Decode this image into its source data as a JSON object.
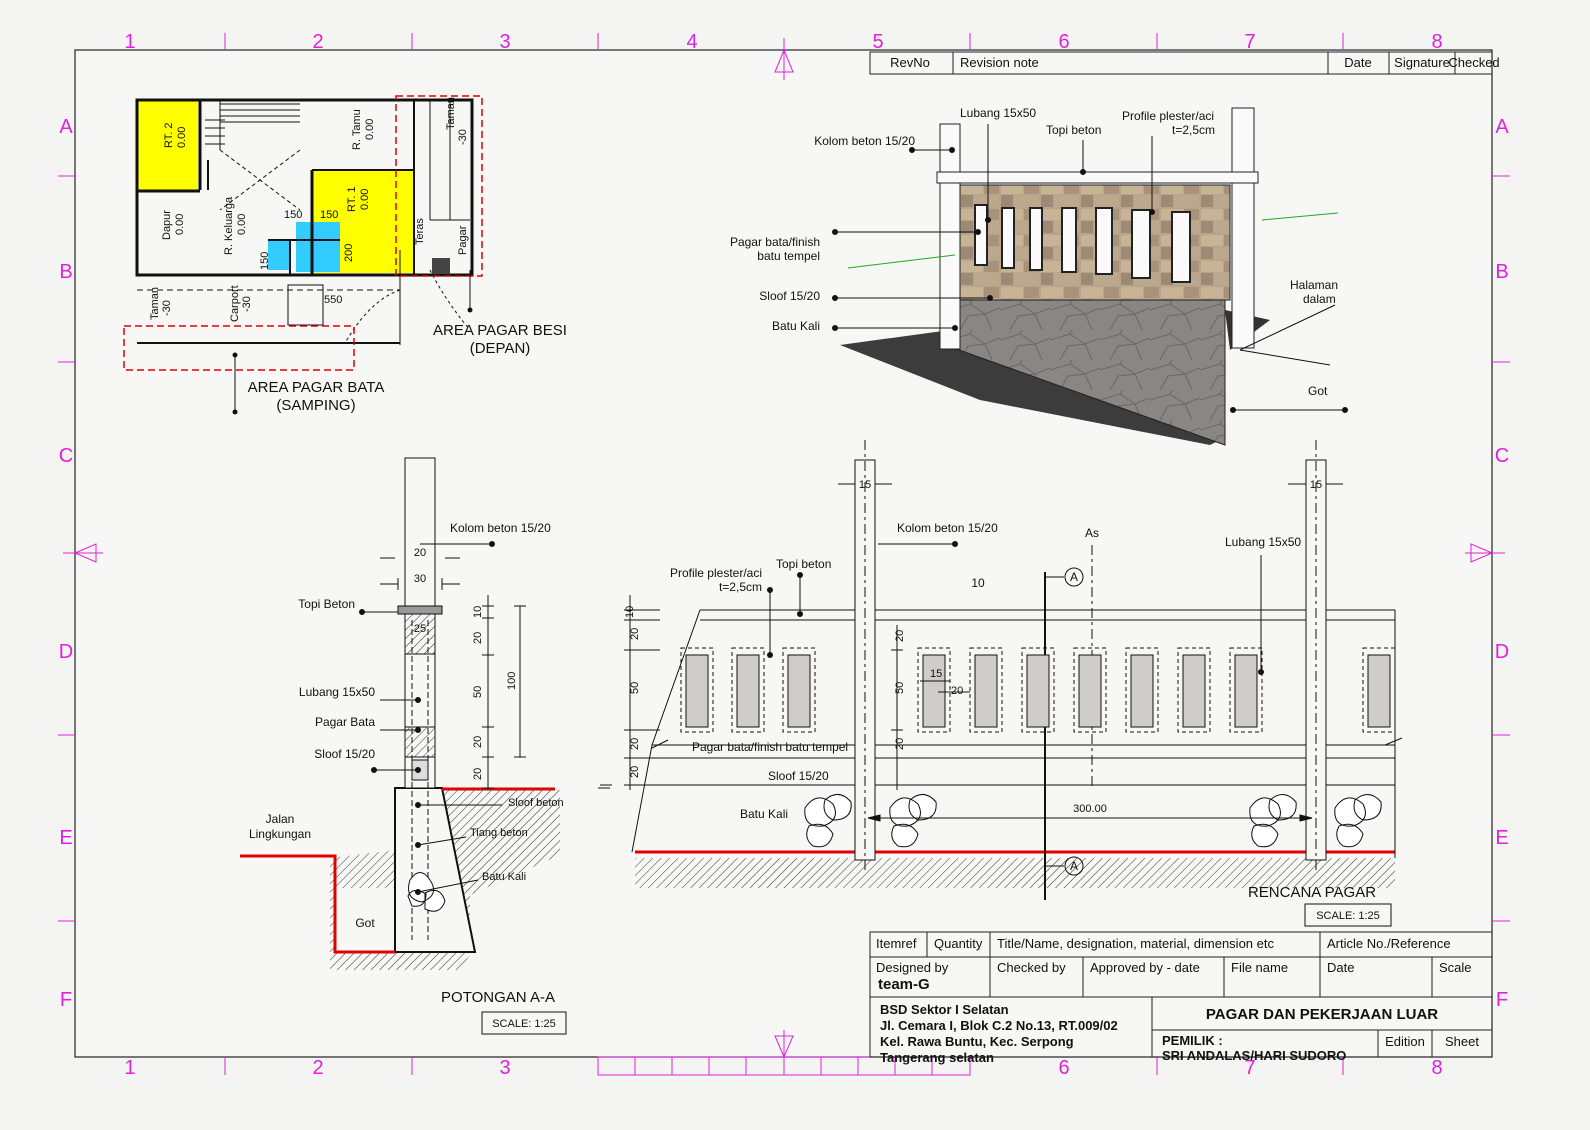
{
  "frame": {
    "columns": [
      "1",
      "2",
      "3",
      "4",
      "5",
      "6",
      "7",
      "8"
    ],
    "rows": [
      "A",
      "B",
      "C",
      "D",
      "E",
      "F"
    ]
  },
  "revision_block": {
    "headers": [
      "RevNo",
      "Revision note",
      "Date",
      "Signature",
      "Checked"
    ]
  },
  "floor_plan": {
    "room_labels": [
      "RT. 2",
      "0.00",
      "R. Tamu",
      "0.00",
      "Dapur",
      "0.00",
      "R. Keluarga",
      "0.00",
      "RT. 1",
      "0.00",
      "Carport",
      "-30",
      "Taman",
      "-30",
      "Taman",
      "Teras",
      "-30",
      "Pagar"
    ],
    "dims": [
      "150",
      "150",
      "200",
      "150",
      "550"
    ],
    "area_iron_line1": "AREA PAGAR BESI",
    "area_iron_line2": "(DEPAN)",
    "area_brick_line1": "AREA PAGAR BATA",
    "area_brick_line2": "(SAMPING)",
    "colors": {
      "bedroom": "#ffff00",
      "bath": "#33ccff",
      "area_outline": "#e00000"
    }
  },
  "perspective": {
    "lubang": "Lubang 15x50",
    "topi": "Topi beton",
    "profile_1": "Profile plester/aci",
    "profile_2": "t=2,5cm",
    "kolom": "Kolom beton 15/20",
    "pagar_1": "Pagar bata/finish",
    "pagar_2": "batu tempel",
    "sloof": "Sloof 15/20",
    "batu": "Batu Kali",
    "halaman_1": "Halaman",
    "halaman_2": "dalam",
    "got": "Got"
  },
  "section": {
    "title": "POTONGAN A-A",
    "scale": "SCALE:  1:25",
    "kolom": "Kolom beton 15/20",
    "topi": "Topi Beton",
    "lubang": "Lubang 15x50",
    "pagar": "Pagar Bata",
    "sloof": "Sloof 15/20",
    "jalan_1": "Jalan",
    "jalan_2": "Lingkungan",
    "got": "Got",
    "sloof_beton": "Sloof beton",
    "tiang_beton": "Tiang beton",
    "batu_kali": "Batu Kali",
    "dims": {
      "d20": "20",
      "d30": "30",
      "d25": "25",
      "d10": "10",
      "d20a": "20",
      "d50": "50",
      "d20b": "20",
      "d20c": "20",
      "d100": "100"
    }
  },
  "elevation": {
    "title": "RENCANA PAGAR",
    "scale": "SCALE:  1:25",
    "kolom": "Kolom beton 15/20",
    "profile_1": "Profile plester/aci",
    "profile_2": "t=2,5cm",
    "topi": "Topi beton",
    "as_label": "As",
    "lubang": "Lubang 15x50",
    "pagar": "Pagar bata/finish batu tempel",
    "sloof": "Sloof 15/20",
    "batu": "Batu Kali",
    "section_mark": "A",
    "dims": {
      "d15a": "15",
      "d15b": "15",
      "d10": "10",
      "d10v": "10",
      "d20v1": "20",
      "d50v": "50",
      "d20v2": "20",
      "d20v3": "20",
      "d20m": "20",
      "d50m": "50",
      "d20m2": "20",
      "d15h": "15",
      "d20h": "20",
      "span": "300.00"
    }
  },
  "title_block": {
    "headers": [
      "Itemref",
      "Quantity",
      "Title/Name, designation, material, dimension etc",
      "Article No./Reference"
    ],
    "designed_by_label": "Designed by",
    "designed_by": "team-G",
    "checked_by": "Checked by",
    "approved_by": "Approved by - date",
    "file_name": "File name",
    "date": "Date",
    "scale": "Scale",
    "address": [
      "BSD Sektor I Selatan",
      "Jl. Cemara I, Blok C.2 No.13, RT.009/02",
      "Kel. Rawa Buntu, Kec. Serpong",
      "Tangerang selatan"
    ],
    "project_title": "PAGAR DAN PEKERJAAN LUAR",
    "owner_label": "PEMILIK :",
    "owner": "SRI ANDALAS/HARI SUDORO",
    "edition": "Edition",
    "sheet": "Sheet"
  }
}
